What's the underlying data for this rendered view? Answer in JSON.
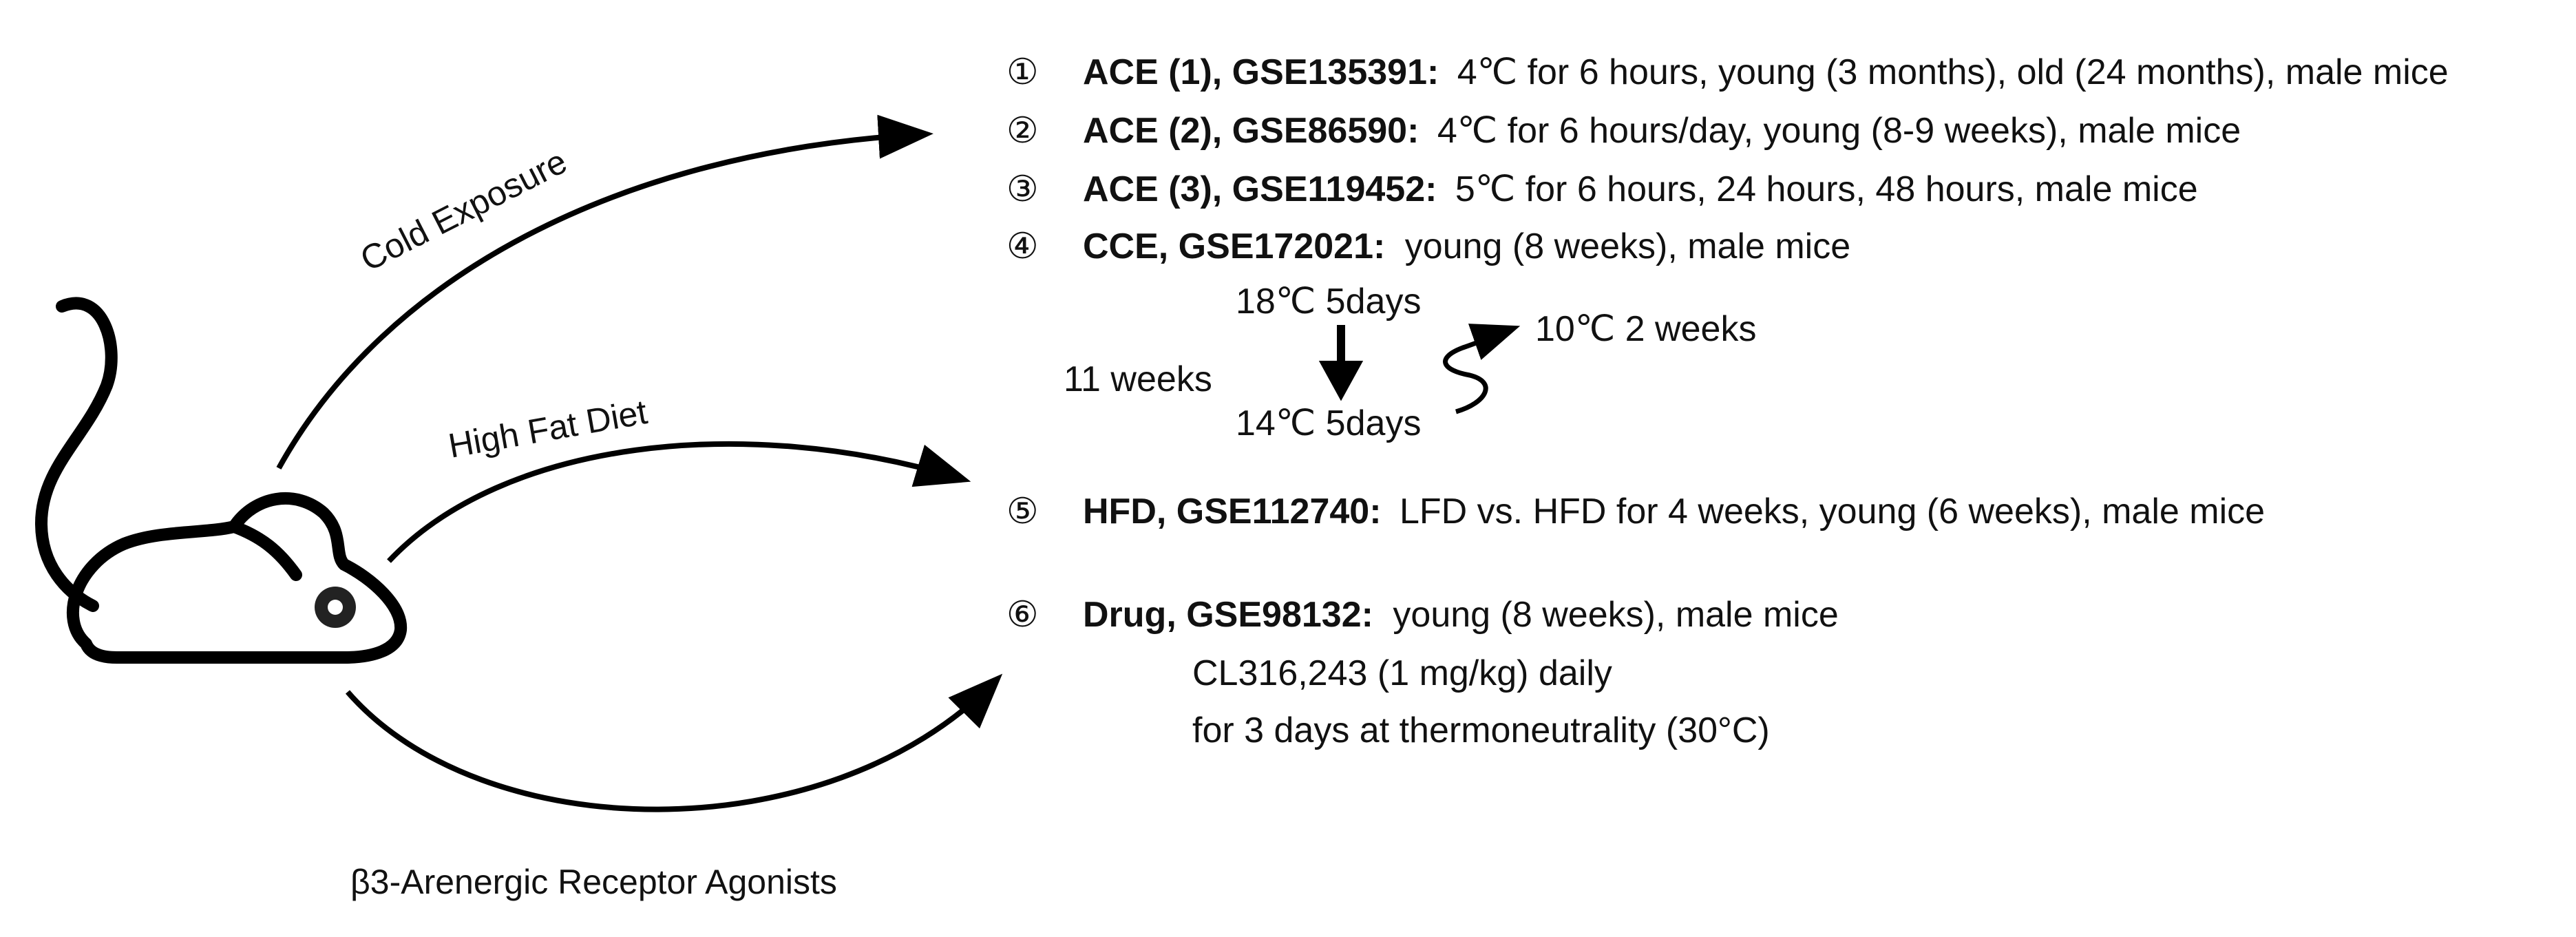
{
  "arrows": {
    "cold": "Cold Exposure",
    "hfd": "High Fat Diet",
    "drug": "β3-Arenergic Receptor Agonists"
  },
  "items": [
    {
      "num": "①",
      "bold": "ACE (1), GSE135391:",
      "rest": "4℃ for 6 hours, young (3 months), old (24 months),  male mice"
    },
    {
      "num": "②",
      "bold": "ACE (2), GSE86590:",
      "rest": " 4℃ for 6 hours/day, young (8-9 weeks), male mice"
    },
    {
      "num": "③",
      "bold": "ACE (3), GSE119452:",
      "rest": " 5℃ for 6 hours, 24 hours, 48 hours, male mice"
    },
    {
      "num": "④",
      "bold": "CCE, GSE172021:",
      "rest": "young (8 weeks), male mice"
    },
    {
      "num": "⑤",
      "bold": "HFD, GSE112740:",
      "rest": " LFD vs. HFD for 4 weeks, young (6 weeks), male mice"
    },
    {
      "num": "⑥",
      "bold": "Drug, GSE98132:",
      "rest": "young (8 weeks), male mice"
    }
  ],
  "cce_schedule": {
    "step1": "18℃ 5days",
    "step2": "14℃ 5days",
    "step3": "10℃ 2 weeks",
    "age": "11 weeks"
  },
  "drug_details": {
    "line1": "CL316,243 (1 mg/kg) daily",
    "line2": "for 3 days at thermoneutrality (30°C)"
  }
}
